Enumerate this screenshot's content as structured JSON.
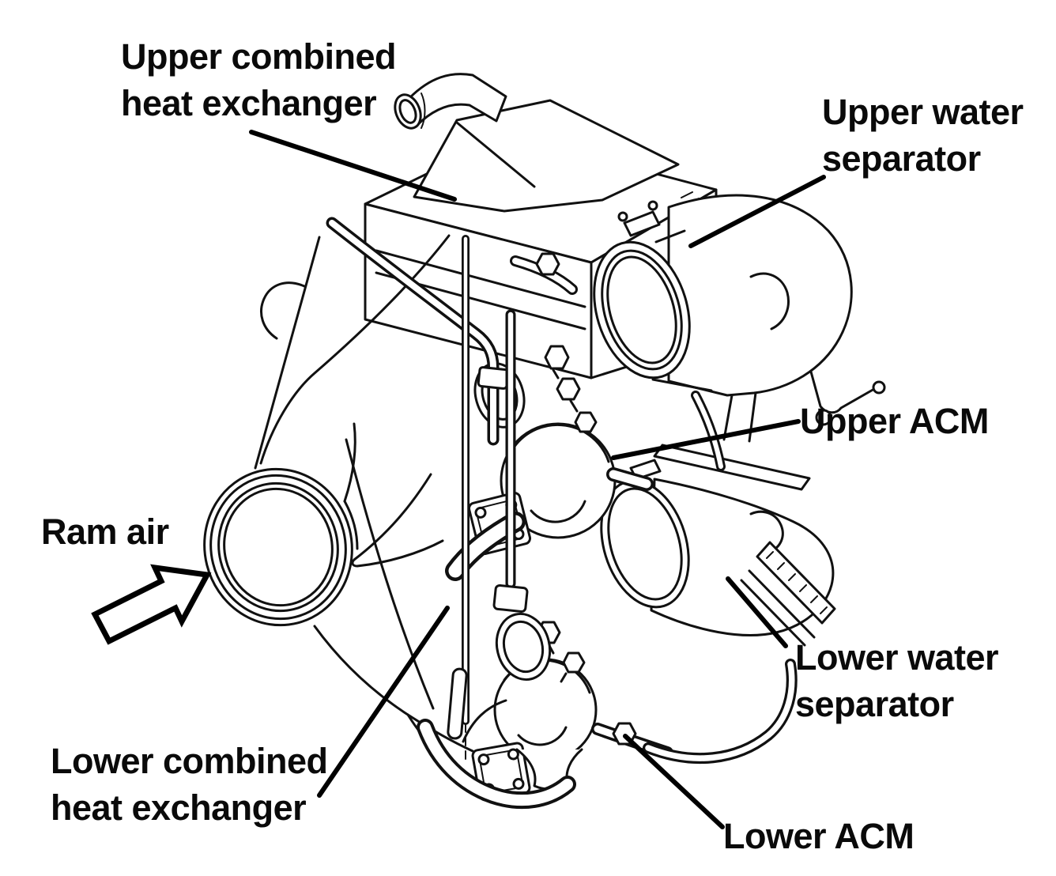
{
  "figure": {
    "background_color": "#ffffff",
    "ink_color": "#000000"
  },
  "labels": {
    "upper_heat_exchanger": {
      "line1": "Upper combined",
      "line2": "heat exchanger"
    },
    "upper_water_separator": {
      "line1": "Upper water",
      "line2": "separator"
    },
    "upper_acm": {
      "text": "Upper ACM"
    },
    "ram_air": {
      "text": "Ram air"
    },
    "lower_water_separator": {
      "line1": "Lower water",
      "line2": "separator"
    },
    "lower_heat_exchanger": {
      "line1": "Lower combined",
      "line2": "heat exchanger"
    },
    "lower_acm": {
      "text": "Lower ACM"
    }
  }
}
